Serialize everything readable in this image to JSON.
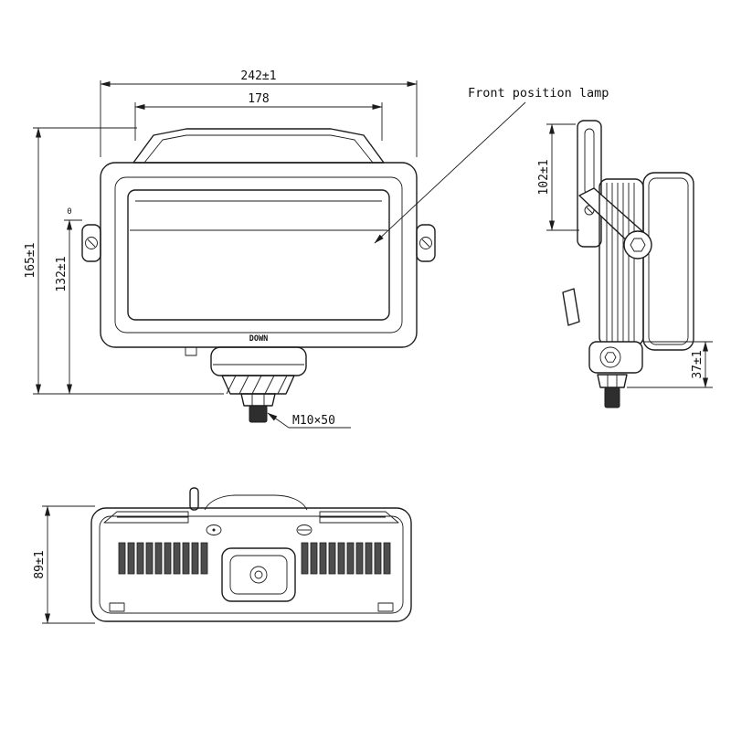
{
  "drawing": {
    "labels": {
      "front_position_lamp": "Front position lamp",
      "bolt_spec": "M10×50",
      "down_marking": "DOWN",
      "tolerance_zero": "0"
    },
    "dimensions": {
      "overall_width": "242±1",
      "lens_width": "178",
      "overall_height": "165±1",
      "body_height": "132±1",
      "bracket_height": "102±1",
      "mount_height": "37±1",
      "depth": "89±1"
    },
    "colors": {
      "line": "#1c1c1c",
      "background": "#ffffff",
      "thread_fill": "#2e2e2e"
    }
  }
}
